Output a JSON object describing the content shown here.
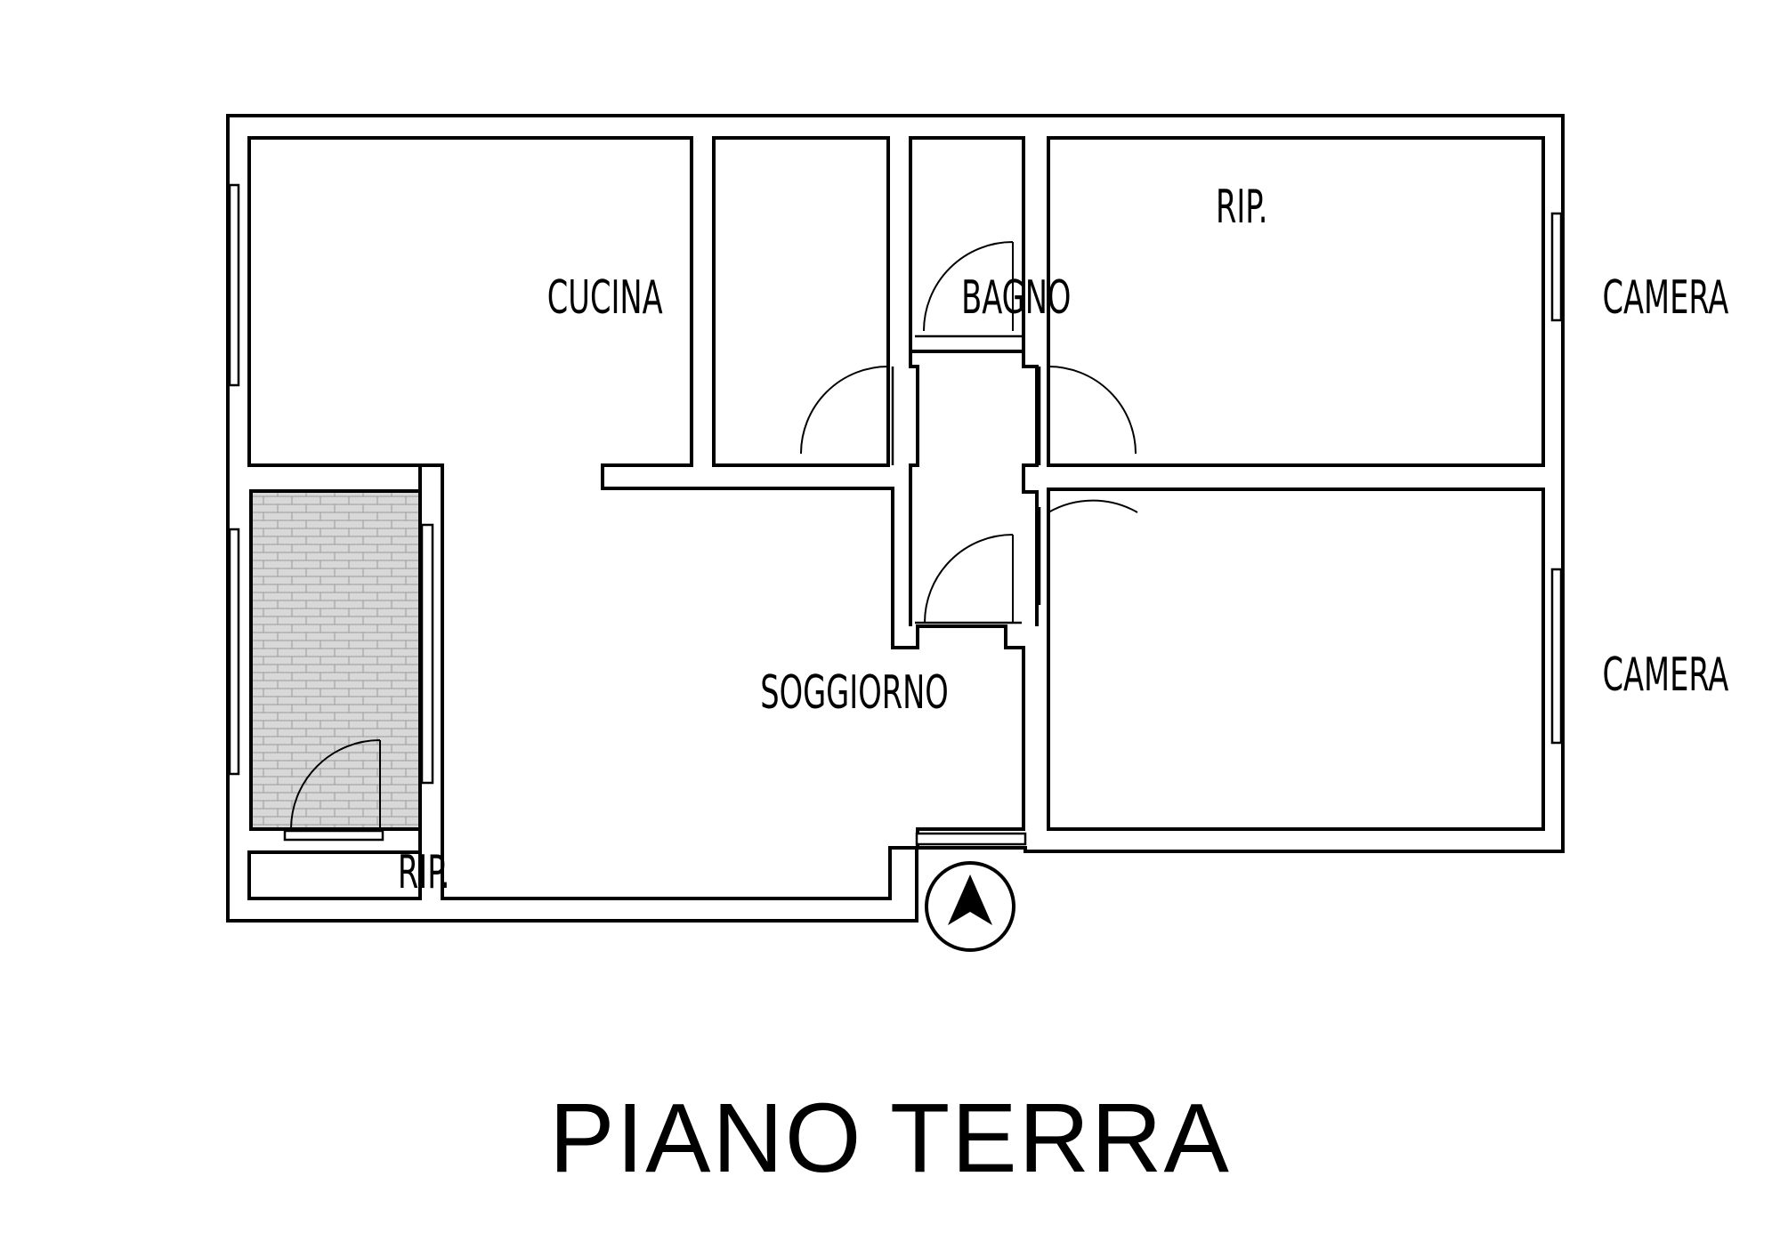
{
  "plan": {
    "title": "PIANO TERRA",
    "rooms": {
      "cucina": "CUCINA",
      "bagno": "BAGNO",
      "rip_top": "RIP.",
      "camera_top": "CAMERA",
      "camera_bottom": "CAMERA",
      "soggiorno": "SOGGIORNO",
      "rip_bottom": "RIP."
    },
    "north_arrow_icon": "north-arrow-icon",
    "hatch_color": "#d8d8d8"
  }
}
